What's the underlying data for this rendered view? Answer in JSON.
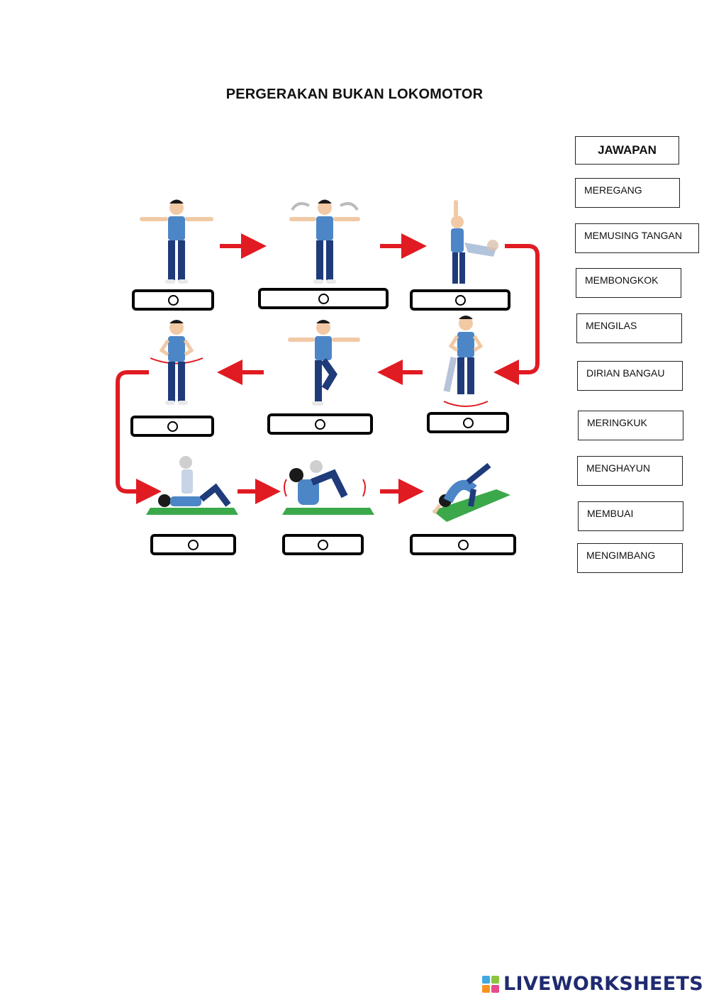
{
  "title": "PERGERAKAN BUKAN LOKOMOTOR",
  "answers": {
    "heading": "JAWAPAN",
    "options": [
      "MEREGANG",
      "MEMUSING TANGAN",
      "MEMBONGKOK",
      "MENGILAS",
      "DIRIAN BANGAU",
      "MERINGKUK",
      "MENGHAYUN",
      "MEMBUAI",
      "MENGIMBANG"
    ]
  },
  "drop_targets": [
    {
      "value": ""
    },
    {
      "value": ""
    },
    {
      "value": ""
    },
    {
      "value": ""
    },
    {
      "value": ""
    },
    {
      "value": ""
    },
    {
      "value": ""
    },
    {
      "value": ""
    },
    {
      "value": ""
    }
  ],
  "brand": {
    "name": "LIVEWORKSHEETS",
    "colors": [
      "#3fa9e0",
      "#8cc63f",
      "#f7931e",
      "#e64b8b"
    ]
  }
}
